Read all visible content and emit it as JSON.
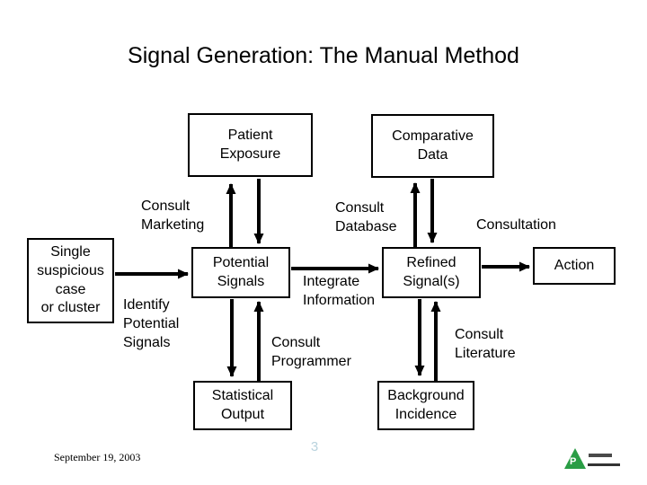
{
  "slide": {
    "title": "Signal Generation: The Manual Method",
    "footer_date": "September 19, 2003",
    "page_number": "3",
    "logo_letter": "P"
  },
  "boxes": {
    "single_case": "Single\nsuspicious\ncase\nor cluster",
    "patient_exposure": "Patient\nExposure",
    "comparative_data": "Comparative\nData",
    "potential_signals": "Potential\nSignals",
    "refined_signals": "Refined\nSignal(s)",
    "action": "Action",
    "statistical_output": "Statistical\nOutput",
    "background_incidence": "Background\nIncidence"
  },
  "labels": {
    "consult_marketing": "Consult\nMarketing",
    "consult_database": "Consult\nDatabase",
    "consultation": "Consultation",
    "identify_potential_signals": "Identify\nPotential\nSignals",
    "integrate_information": "Integrate\nInformation",
    "consult_programmer": "Consult\nProgrammer",
    "consult_literature": "Consult\nLiterature"
  },
  "colors": {
    "text": "#000000",
    "background": "#ffffff",
    "arrow": "#000000",
    "page_number_blue": "#b9d3de",
    "logo_green": "#2a9d45"
  }
}
